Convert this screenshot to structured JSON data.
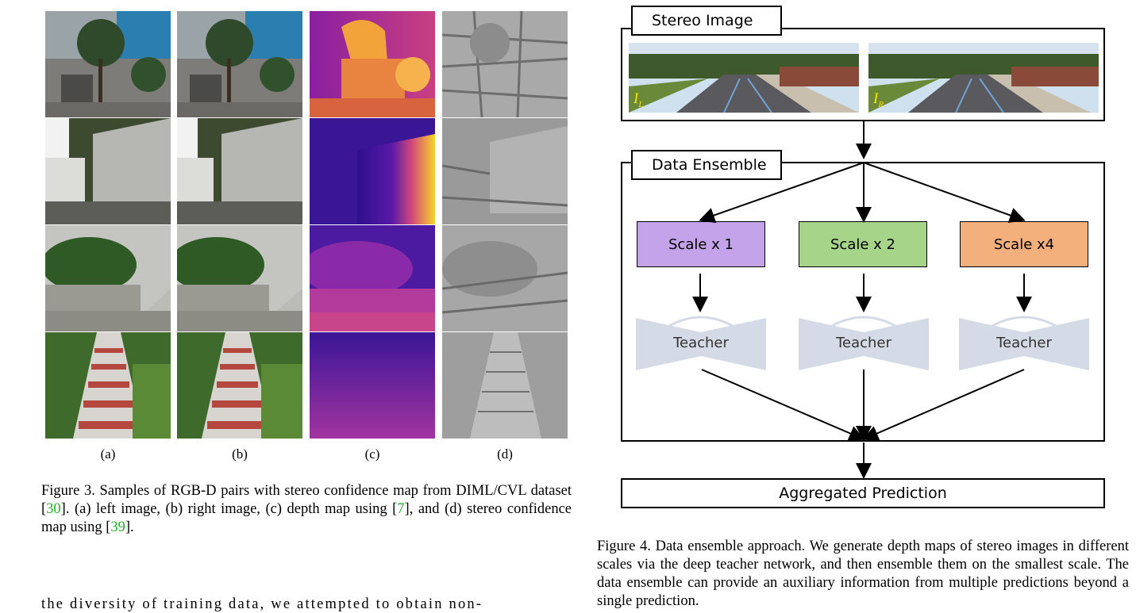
{
  "figure3": {
    "sublabels": [
      "(a)",
      "(b)",
      "(c)",
      "(d)"
    ],
    "caption": {
      "part1": "Figure 3.   Samples of RGB-D pairs with stereo confidence map from DIML/CVL dataset [",
      "ref1": "30",
      "part2": "]. (a) left image, (b) right image, (c) depth map using [",
      "ref2": "7",
      "part3": "], and (d) stereo confidence map using [",
      "ref3": "39",
      "part4": "]."
    }
  },
  "figure4": {
    "stereo_title": "Stereo Image",
    "left_label": "I",
    "left_sub": "L",
    "right_label": "I",
    "right_sub": "R",
    "ensemble_title": "Data Ensemble",
    "scales": [
      {
        "label": "Scale x 1",
        "color": "#c5a3ea"
      },
      {
        "label": "Scale x 2",
        "color": "#a6d58a"
      },
      {
        "label": "Scale x4",
        "color": "#f3b07c"
      }
    ],
    "teacher_label": "Teacher",
    "teacher_color": "#d4dbe6",
    "aggregated": "Aggregated Prediction",
    "caption": "Figure 4.  Data ensemble approach. We generate depth maps of stereo images in different scales via the deep teacher network, and then ensemble them on the smallest scale. The data ensemble can provide an auxiliary information from multiple predictions beyond a single prediction."
  },
  "body_text": "the diversity of training data, we attempted to obtain non-"
}
